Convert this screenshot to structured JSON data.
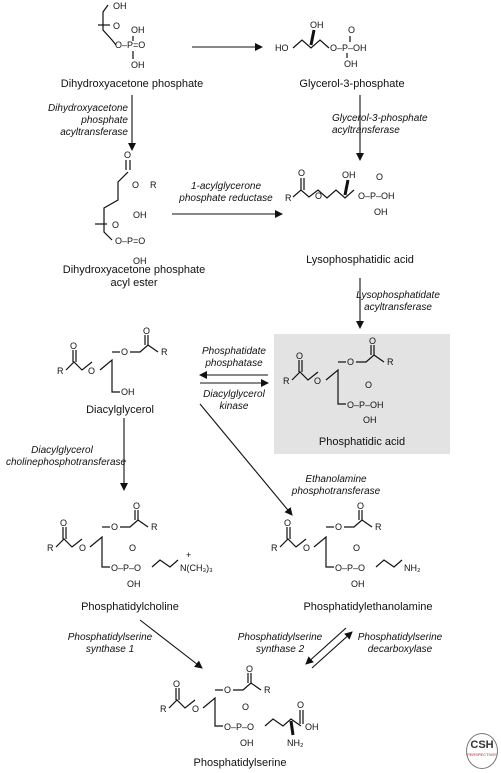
{
  "compounds": {
    "dhap": "Dihydroxyacetone phosphate",
    "g3p": "Glycerol-3-phosphate",
    "dhap_ester_line1": "Dihydroxyacetone phosphate",
    "dhap_ester_line2": "acyl ester",
    "lpa": "Lysophosphatidic acid",
    "dag": "Diacylglycerol",
    "pa": "Phosphatidic acid",
    "pc": "Phosphatidylcholine",
    "pe": "Phosphatidylethanolamine",
    "ps": "Phosphatidylserine"
  },
  "enzymes": {
    "dhap_at": [
      "Dihydroxyacetone",
      "phosphate",
      "acyltransferase"
    ],
    "g3p_at": [
      "Glycerol-3-phosphate",
      "acyltransferase"
    ],
    "acyl_reductase": [
      "1-acylglycerone",
      "phosphate reductase"
    ],
    "lpa_at": [
      "Lysophosphatidate",
      "acyltransferase"
    ],
    "pap": [
      "Phosphatidate",
      "phosphatase"
    ],
    "dgk": [
      "Diacylglycerol",
      "kinase"
    ],
    "cpt": [
      "Diacylglycerol",
      "cholinephosphotransferase"
    ],
    "ept": [
      "Ethanolamine",
      "phosphotransferase"
    ],
    "pss1": [
      "Phosphatidylserine",
      "synthase 1"
    ],
    "pss2": [
      "Phosphatidylserine",
      "synthase 2"
    ],
    "psd": [
      "Phosphatidylserine",
      "decarboxylase"
    ]
  },
  "logo": {
    "main": "CSH",
    "sub": "PERSPECTIVES"
  },
  "colors": {
    "highlight": "#e3e3e3",
    "ink": "#111111"
  }
}
